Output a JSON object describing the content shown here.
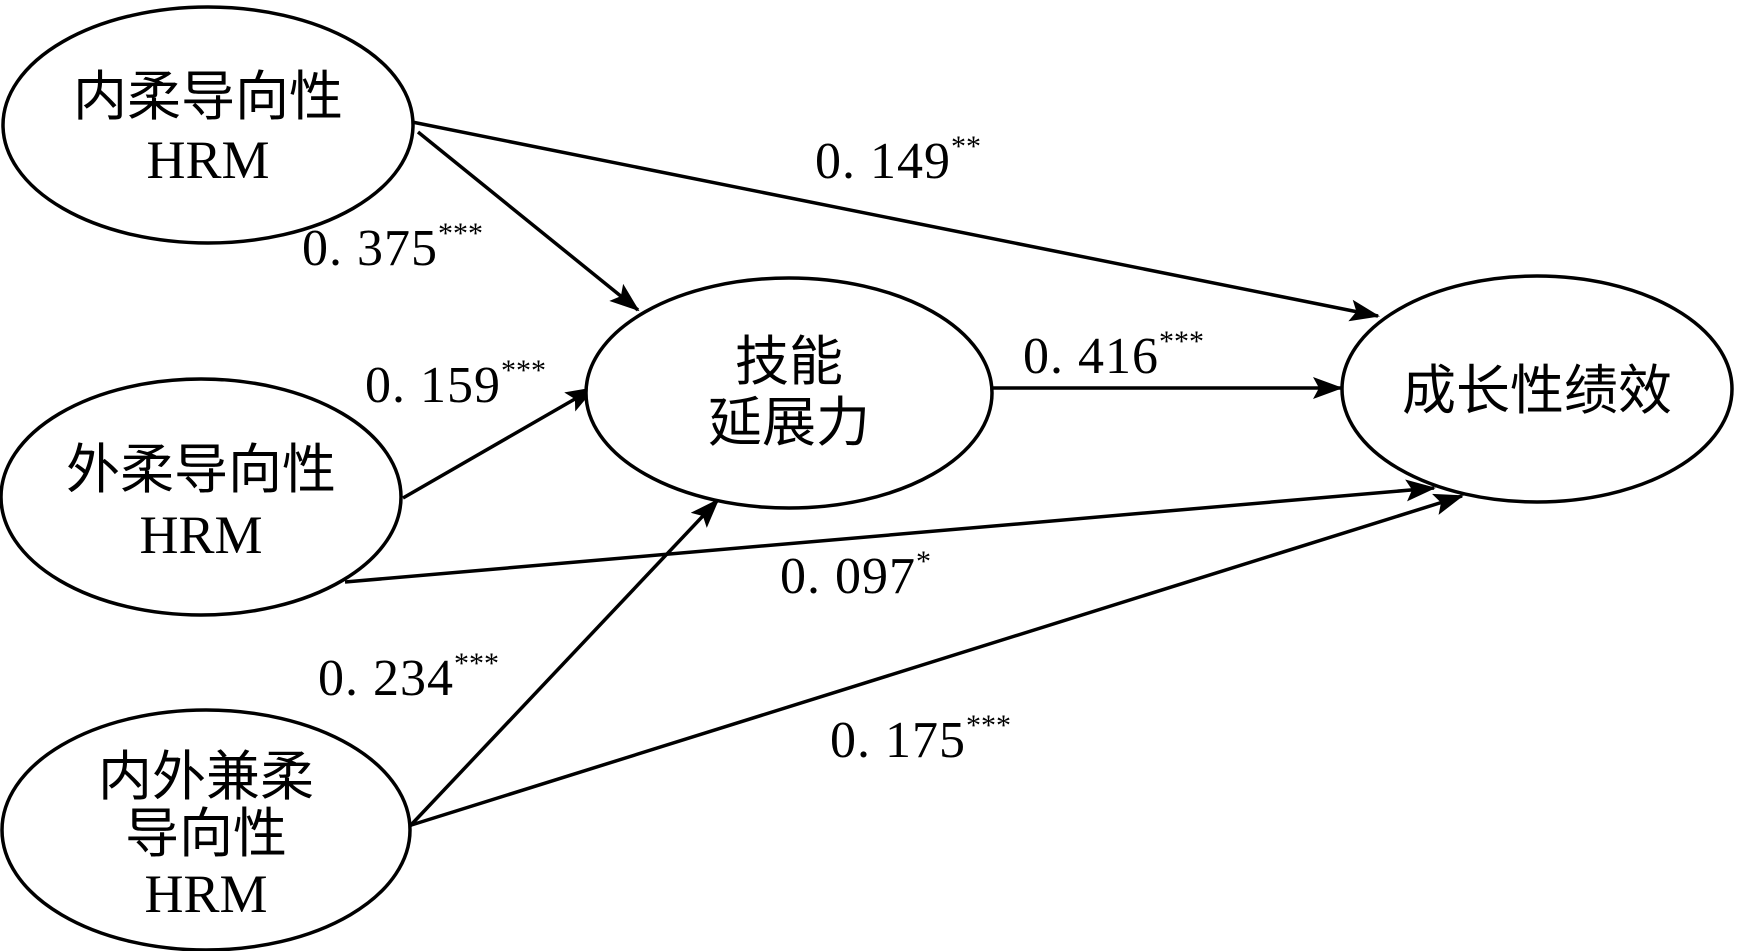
{
  "nodes": {
    "inner_hrm": {
      "lines": [
        "内柔导向性",
        "HRM"
      ]
    },
    "outer_hrm": {
      "lines": [
        "外柔导向性",
        "HRM"
      ]
    },
    "both_hrm": {
      "lines": [
        "内外兼柔",
        "导向性",
        "HRM"
      ]
    },
    "skill": {
      "lines": [
        "技能",
        "延展力"
      ]
    },
    "growth": {
      "lines": [
        "成长性绩效"
      ]
    }
  },
  "edges": [
    {
      "id": "inner-to-growth",
      "from": "inner_hrm",
      "to": "growth",
      "coef": "0. 149",
      "sig": "**"
    },
    {
      "id": "inner-to-skill",
      "from": "inner_hrm",
      "to": "skill",
      "coef": "0. 375",
      "sig": "***"
    },
    {
      "id": "outer-to-skill",
      "from": "outer_hrm",
      "to": "skill",
      "coef": "0. 159",
      "sig": "***"
    },
    {
      "id": "skill-to-growth",
      "from": "skill",
      "to": "growth",
      "coef": "0. 416",
      "sig": "***"
    },
    {
      "id": "outer-to-growth",
      "from": "outer_hrm",
      "to": "growth",
      "coef": "0. 097",
      "sig": "*"
    },
    {
      "id": "both-to-skill",
      "from": "both_hrm",
      "to": "skill",
      "coef": "0. 234",
      "sig": "***"
    },
    {
      "id": "both-to-growth",
      "from": "both_hrm",
      "to": "growth",
      "coef": "0. 175",
      "sig": "***"
    }
  ]
}
